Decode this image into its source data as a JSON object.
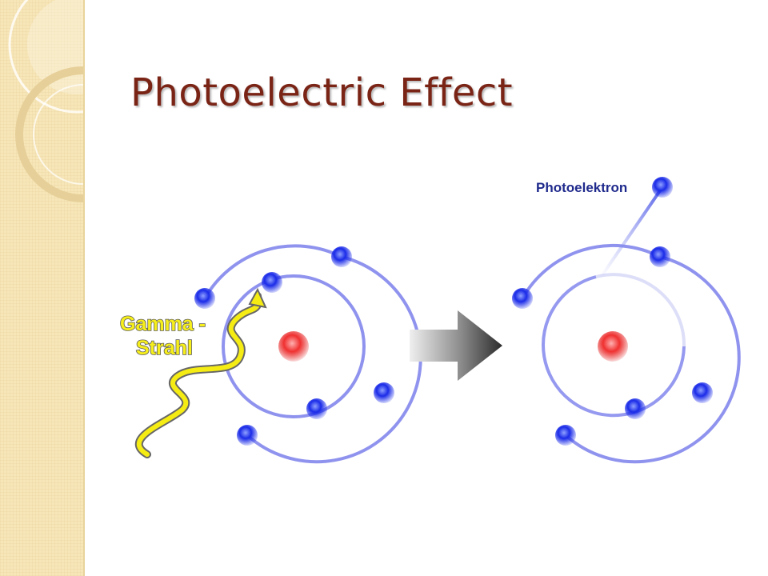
{
  "slide": {
    "title": "Photoelectric Effect"
  },
  "diagram": {
    "gamma_label_line1": "Gamma -",
    "gamma_label_line2": "Strahl",
    "photoelectron_label": "Photoelektron",
    "colors": {
      "title": "#7a2416",
      "nucleus": "#ee2222",
      "electron": "#1a2be8",
      "orbit": "#8f93ee",
      "gamma_ray": "#f5ec14",
      "side_panel": "#f7e6b8"
    }
  }
}
